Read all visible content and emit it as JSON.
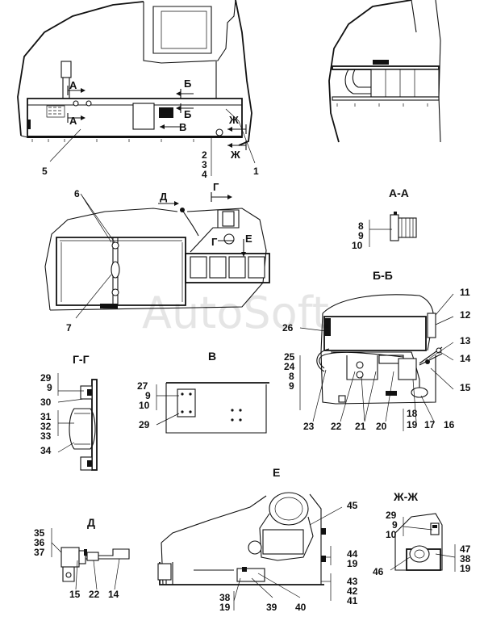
{
  "watermark": "AutoSoft",
  "views": {
    "main": {
      "section_marks": [
        "А",
        "А",
        "Б",
        "Б",
        "В",
        "Ж",
        "Ж"
      ],
      "callouts": [
        "2",
        "3",
        "4",
        "5",
        "1"
      ]
    },
    "top_left_assembly": {
      "section_marks": [
        "Д",
        "Г",
        "Г",
        "Е"
      ],
      "callouts": [
        "6",
        "7"
      ]
    },
    "aa": {
      "title": "А-А",
      "callouts": [
        "8",
        "9",
        "10"
      ]
    },
    "bb": {
      "title": "Б-Б",
      "callouts": [
        "11",
        "12",
        "26",
        "13",
        "14",
        "15",
        "25",
        "24",
        "8",
        "9",
        "23",
        "22",
        "21",
        "20",
        "18",
        "19",
        "17",
        "16"
      ]
    },
    "gg": {
      "title": "Г-Г",
      "callouts": [
        "29",
        "9",
        "30",
        "31",
        "32",
        "33",
        "34"
      ]
    },
    "v": {
      "title": "В",
      "callouts": [
        "27",
        "9",
        "10",
        "29"
      ]
    },
    "e": {
      "title": "Е",
      "callouts": [
        "45",
        "44",
        "19",
        "43",
        "42",
        "41",
        "38",
        "19",
        "39",
        "40"
      ]
    },
    "d": {
      "title": "Д",
      "callouts": [
        "35",
        "36",
        "37",
        "15",
        "22",
        "14"
      ]
    },
    "zhzh": {
      "title": "Ж-Ж",
      "callouts": [
        "29",
        "9",
        "10",
        "47",
        "38",
        "19",
        "46"
      ]
    }
  }
}
